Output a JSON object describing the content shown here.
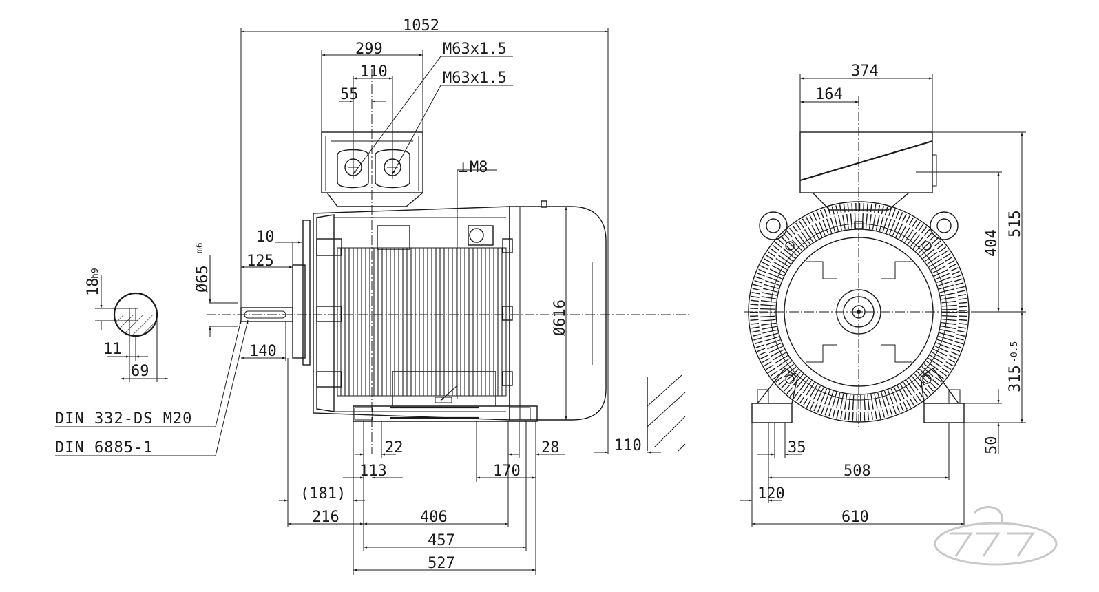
{
  "drawing": {
    "dimensions": {
      "overall_length": "1052",
      "terminal_box_width": "299",
      "gland_spacing": "110",
      "gland_offset": "55",
      "gland_thread_1": "M63x1.5",
      "gland_thread_2": "M63x1.5",
      "earth_thread": "M8",
      "keyway_offset": "10",
      "shaft_length": "125",
      "shaft_diameter": "Ø65",
      "shaft_tolerance": "m6",
      "key_width": "18",
      "key_tolerance": "h9",
      "key_depth": "11",
      "shaft_height_key": "69",
      "key_length": "140",
      "flange_diameter": "Ø616",
      "shaft_extension_end": "110",
      "foot_hole_left": "22",
      "foot_hole_right": "28",
      "foot_slot_left": "113",
      "foot_slot_right": "170",
      "shaft_to_foot": "(181)",
      "shaft_shoulder_to_hole": "216",
      "foot_hole_pitch": "406",
      "foot_hole_pitch_long": "457",
      "foot_length": "527",
      "box_side_width": "374",
      "box_side_offset": "164",
      "total_height": "515",
      "box_height": "404",
      "shaft_height": "315",
      "shaft_height_tolerance": "-0.5",
      "foot_thickness": "50",
      "foot_hole_dia_side": "35",
      "foot_hole_span": "508",
      "foot_width": "120",
      "base_width": "610"
    },
    "notes": {
      "center_hole_standard": "DIN 332-DS M20",
      "key_standard": "DIN 6885-1"
    }
  }
}
